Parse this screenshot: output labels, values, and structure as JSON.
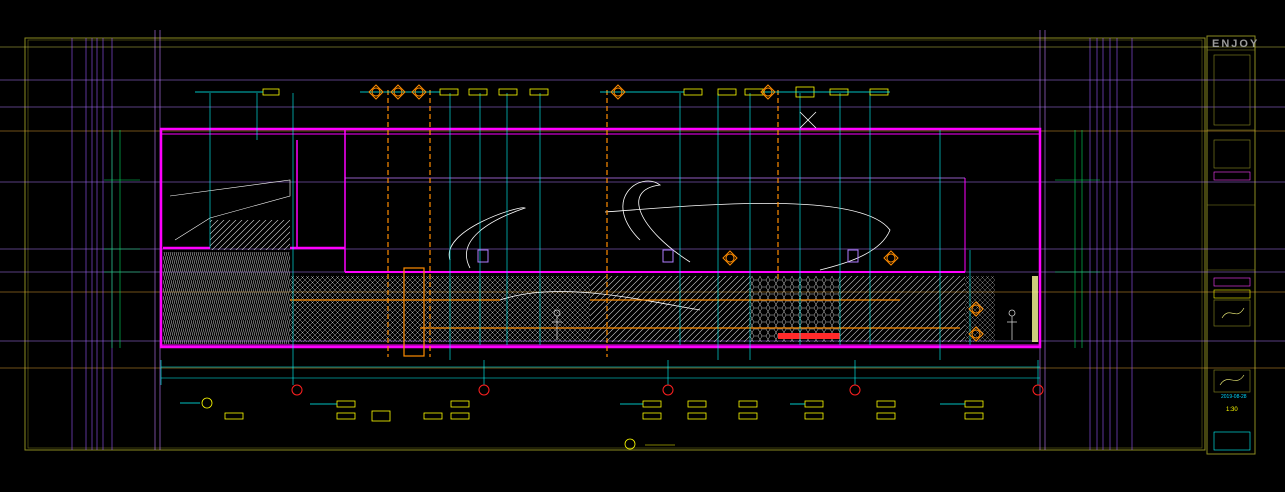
{
  "title_block": {
    "brand": "ENJOY",
    "date": "2019-08-28",
    "scale": "1:30"
  },
  "drawing": {
    "title": "",
    "scale_note": "",
    "footer_note": ""
  },
  "colors": {
    "background": "#000000",
    "frame": "#8a8a20",
    "wall": "#ff00ff",
    "dimension": "#00ffff",
    "leader": "#ffff00",
    "section": "#ff8c00",
    "grid": "#9b59ff",
    "hatch": "#ffffff",
    "axis_bubble": "#ff2020"
  },
  "icons": [
    "north-arrow-icon",
    "section-marker-icon",
    "axis-bubble-icon",
    "person-figure-icon"
  ]
}
